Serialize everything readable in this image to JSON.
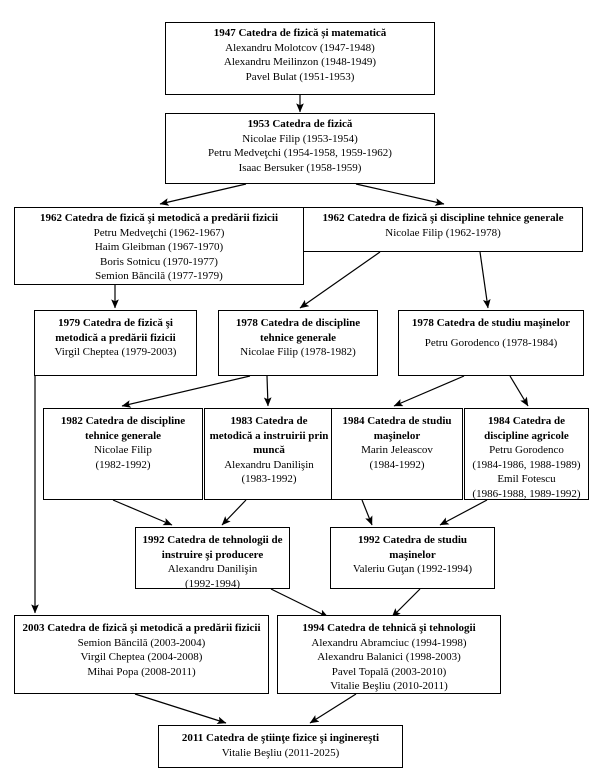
{
  "chart_data": {
    "type": "diagram",
    "title": "",
    "subtype": "organizational-history-tree",
    "orientation": "top-down",
    "node_count": 16,
    "edge_count": 18,
    "colors": {
      "background": "#ffffff",
      "box_border": "#000000",
      "text": "#000000",
      "edge": "#000000"
    },
    "nodes": [
      {
        "id": "n1947",
        "title": "1947 Catedra de fizică și matematică",
        "people": [
          "Alexandru Molotcov (1947-1948)",
          "Alexandru Meilinzon (1948-1949)",
          "Pavel Bulat (1951-1953)"
        ]
      },
      {
        "id": "n1953",
        "title": "1953 Catedra de fizică",
        "people": [
          "Nicolae Filip (1953-1954)",
          "Petru Medveţchi (1954-1958, 1959-1962)",
          "Isaac Bersuker (1958-1959)"
        ]
      },
      {
        "id": "n1962a",
        "title": "1962 Catedra de fizică şi metodică a predării fizicii",
        "people": [
          "Petru Medveţchi (1962-1967)",
          "Haim Gleibman (1967-1970)",
          "Boris Sotnicu (1970-1977)",
          "Semion Băncilă (1977-1979)"
        ]
      },
      {
        "id": "n1962b",
        "title": "1962 Catedra de fizică şi discipline tehnice generale",
        "people": [
          "Nicolae Filip (1962-1978)"
        ]
      },
      {
        "id": "n1979",
        "title": "1979 Catedra de fizică şi metodică a predării fizicii",
        "people": [
          "Virgil Cheptea (1979-2003)"
        ]
      },
      {
        "id": "n1978a",
        "title": "1978 Catedra de discipline tehnice generale",
        "people": [
          "Nicolae Filip (1978-1982)"
        ]
      },
      {
        "id": "n1978b",
        "title": "1978 Catedra de studiu maşinelor",
        "people": [
          "Petru Gorodenco (1978-1984)"
        ]
      },
      {
        "id": "n1982",
        "title": "1982 Catedra de discipline tehnice generale",
        "people": [
          "Nicolae Filip",
          "(1982-1992)"
        ]
      },
      {
        "id": "n1983",
        "title": "1983 Catedra de metodică a instruirii prin muncă",
        "people": [
          "Alexandru Danilişin",
          "(1983-1992)"
        ]
      },
      {
        "id": "n1984a",
        "title": "1984 Catedra de studiu maşinelor",
        "people": [
          "Marin Jeleascov",
          "(1984-1992)"
        ]
      },
      {
        "id": "n1984b",
        "title": "1984 Catedra de discipline agricole",
        "people": [
          "Petru Gorodenco",
          "(1984-1986, 1988-1989)",
          "Emil Fotescu",
          "(1986-1988, 1989-1992)"
        ]
      },
      {
        "id": "n1992a",
        "title": "1992 Catedra de tehnologii de instruire şi producere",
        "people": [
          "Alexandru Danilişin",
          "(1992-1994)"
        ]
      },
      {
        "id": "n1992b",
        "title": "1992 Catedra de studiu maşinelor",
        "people": [
          "Valeriu Guţan (1992-1994)"
        ]
      },
      {
        "id": "n2003",
        "title": "2003 Catedra de fizică şi metodică a predării fizicii",
        "people": [
          "Semion Băncilă (2003-2004)",
          "Virgil Cheptea (2004-2008)",
          "Mihai Popa (2008-2011)"
        ]
      },
      {
        "id": "n1994",
        "title": "1994 Catedra de tehnică şi tehnologii",
        "people": [
          "Alexandru Abramciuc (1994-1998)",
          "Alexandru Balanici (1998-2003)",
          "Pavel Topală (2003-2010)",
          "Vitalie Beşliu (2010-2011)"
        ]
      },
      {
        "id": "n2011",
        "title": "2011 Catedra de ştiinţe fizice şi inginereşti",
        "people": [
          "Vitalie Beşliu (2011-2025)"
        ]
      }
    ],
    "edges": [
      {
        "from": "n1947",
        "to": "n1953"
      },
      {
        "from": "n1953",
        "to": "n1962a"
      },
      {
        "from": "n1953",
        "to": "n1962b"
      },
      {
        "from": "n1962a",
        "to": "n1979"
      },
      {
        "from": "n1962b",
        "to": "n1978a"
      },
      {
        "from": "n1962b",
        "to": "n1978b"
      },
      {
        "from": "n1978a",
        "to": "n1982"
      },
      {
        "from": "n1978a",
        "to": "n1983"
      },
      {
        "from": "n1978b",
        "to": "n1984a"
      },
      {
        "from": "n1978b",
        "to": "n1984b"
      },
      {
        "from": "n1982",
        "to": "n1992a"
      },
      {
        "from": "n1983",
        "to": "n1992a"
      },
      {
        "from": "n1984a",
        "to": "n1992b"
      },
      {
        "from": "n1984b",
        "to": "n1992b"
      },
      {
        "from": "n1979",
        "to": "n2003"
      },
      {
        "from": "n1992a",
        "to": "n1994"
      },
      {
        "from": "n1992b",
        "to": "n1994"
      },
      {
        "from": "n2003",
        "to": "n2011"
      },
      {
        "from": "n1994",
        "to": "n2011"
      }
    ]
  }
}
